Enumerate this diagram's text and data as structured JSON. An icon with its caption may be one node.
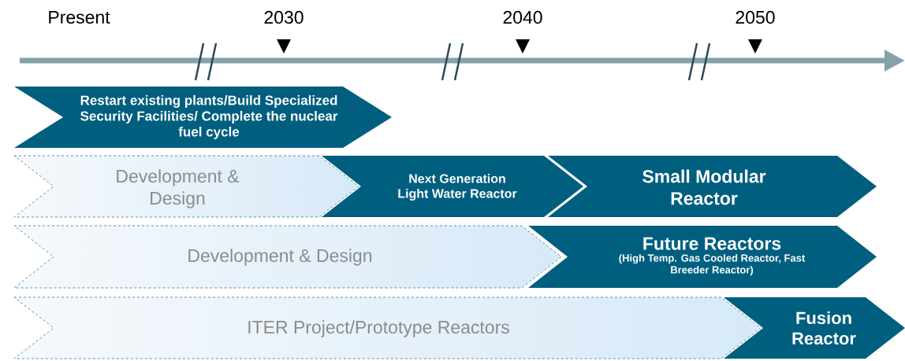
{
  "diagram": {
    "nodes": [
      {
        "text": [
          "Restart existing plants/Build Specialized Security Facilities/ Complete the nuclear fuel cycle"
        ]
      },
      {
        "text": [
          "Development & Design"
        ]
      },
      {
        "text": [
          "Next Generation Light Water Reactor"
        ]
      },
      {
        "text": [
          "Small Modular Reactor"
        ]
      },
      {
        "text": [
          "Development & Design"
        ]
      },
      {
        "text": [
          "Future Reactors",
          "(High Temp. Gas Cooled Reactor, Fast Breeder Reactor)"
        ]
      },
      {
        "text": [
          "ITER Project/Prototype Reactors"
        ]
      },
      {
        "text": [
          "Fusion Reactor"
        ]
      }
    ],
    "labels": [
      "Present",
      "2030",
      "2040",
      "2050"
    ]
  }
}
